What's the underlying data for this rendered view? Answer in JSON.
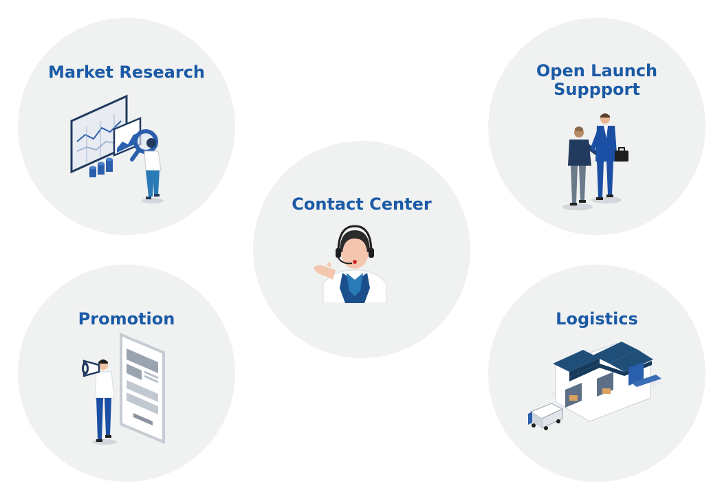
{
  "colors": {
    "circle_bg": "#f0f1f1",
    "title_blue": "#1b5aa6",
    "navy": "#213a5e",
    "accent_blue": "#2a5fad"
  },
  "services": [
    {
      "title": "Market Research",
      "icon": "market-research-illustration"
    },
    {
      "title": "Open Launch\nSuppport",
      "icon": "business-handshake-illustration"
    },
    {
      "title": "Contact Center",
      "icon": "operator-headset-illustration"
    },
    {
      "title": "Promotion",
      "icon": "megaphone-illustration"
    },
    {
      "title": "Logistics",
      "icon": "warehouse-truck-illustration"
    }
  ]
}
